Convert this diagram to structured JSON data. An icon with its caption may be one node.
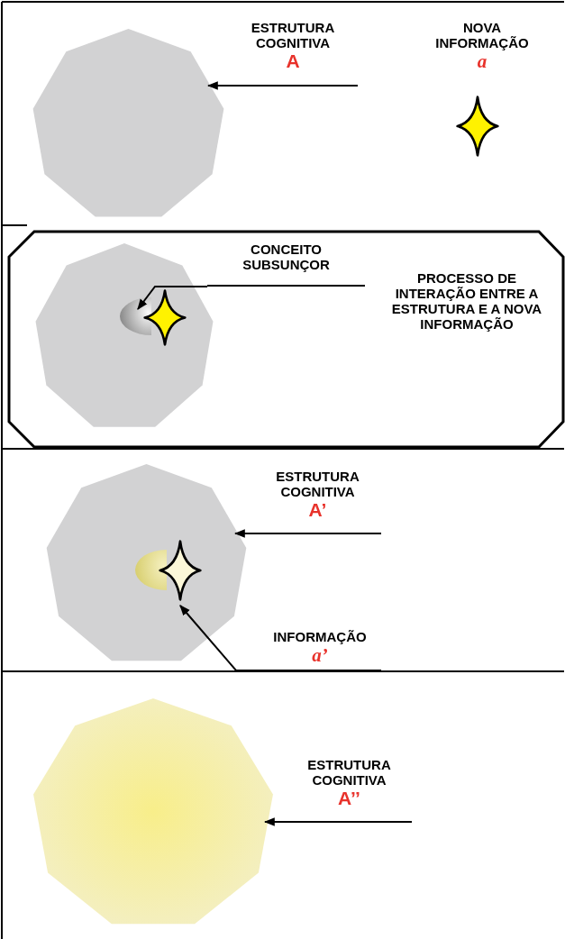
{
  "diagram": {
    "nodes": [
      {
        "text": [
          "ESTRUTURA COGNITIVA",
          "A"
        ]
      },
      {
        "text": [],
        "shape": "polygon"
      },
      {
        "text": [
          "NOVA INFORMAÇÃO",
          "a"
        ]
      },
      {
        "text": [],
        "shape": "star"
      },
      {
        "text": [
          "PROCESSO DE INTERAÇÃO ENTRE A ESTRUTURA E A NOVA INFORMAÇÃO"
        ]
      },
      {
        "text": [],
        "shape": "polygon",
        "in": 4
      },
      {
        "text": [],
        "shape": "semicircle",
        "in": 5
      },
      {
        "text": [],
        "shape": "star",
        "in": 5
      },
      {
        "text": [
          "CONCEITO SUBSUNÇOR"
        ],
        "in": 4
      },
      {
        "text": [],
        "shape": "polygon"
      },
      {
        "text": [],
        "shape": "semicircle",
        "in": 9
      },
      {
        "text": [],
        "shape": "star",
        "in": 9
      },
      {
        "text": [
          "ESTRUTURA COGNITIVA",
          "A’"
        ]
      },
      {
        "text": [
          "INFORMAÇÃO",
          "a’"
        ]
      },
      {
        "text": [],
        "shape": "polygon"
      },
      {
        "text": [
          "ESTRUTURA COGNITIVA",
          "A’’"
        ]
      }
    ],
    "edges": [
      {
        "from": 0,
        "to": 1,
        "arrow": "to"
      },
      {
        "from": 8,
        "to": 6,
        "arrow": "to"
      },
      {
        "from": 12,
        "to": 9,
        "arrow": "to"
      },
      {
        "from": 13,
        "to": 11,
        "arrow": "to"
      },
      {
        "from": 15,
        "to": 14,
        "arrow": "to"
      }
    ]
  }
}
